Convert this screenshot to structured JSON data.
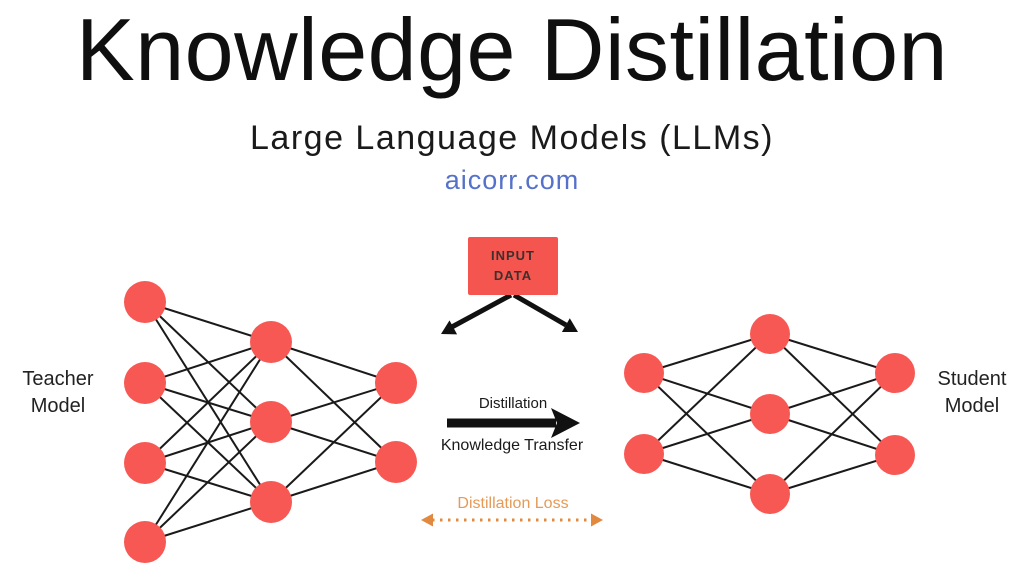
{
  "header": {
    "title": "Knowledge Distillation",
    "subtitle": "Large Language Models (LLMs)",
    "link": "aicorr.com",
    "link_color": "#5571C9"
  },
  "diagram": {
    "teacher": {
      "line1": "Teacher",
      "line2": "Model"
    },
    "student": {
      "line1": "Student",
      "line2": "Model"
    },
    "input_box": {
      "line1": "INPUT",
      "line2": "DATA",
      "bg_color": "#F4564F",
      "text_color": "#3E2F2D"
    },
    "transfer": {
      "top_label": "Distillation",
      "bottom_label": "Knowledge Transfer",
      "arrow_color": "#111111"
    },
    "loss": {
      "label": "Distillation Loss",
      "arrow_color": "#E2883F",
      "text_color": "#E59A57"
    },
    "networks": {
      "teacher": {
        "layers": [
          4,
          3,
          2
        ],
        "node_color": "#F75853",
        "edge_color": "#1A1A1A"
      },
      "student": {
        "layers": [
          2,
          3,
          2
        ],
        "node_color": "#F75853",
        "edge_color": "#1A1A1A"
      }
    }
  }
}
